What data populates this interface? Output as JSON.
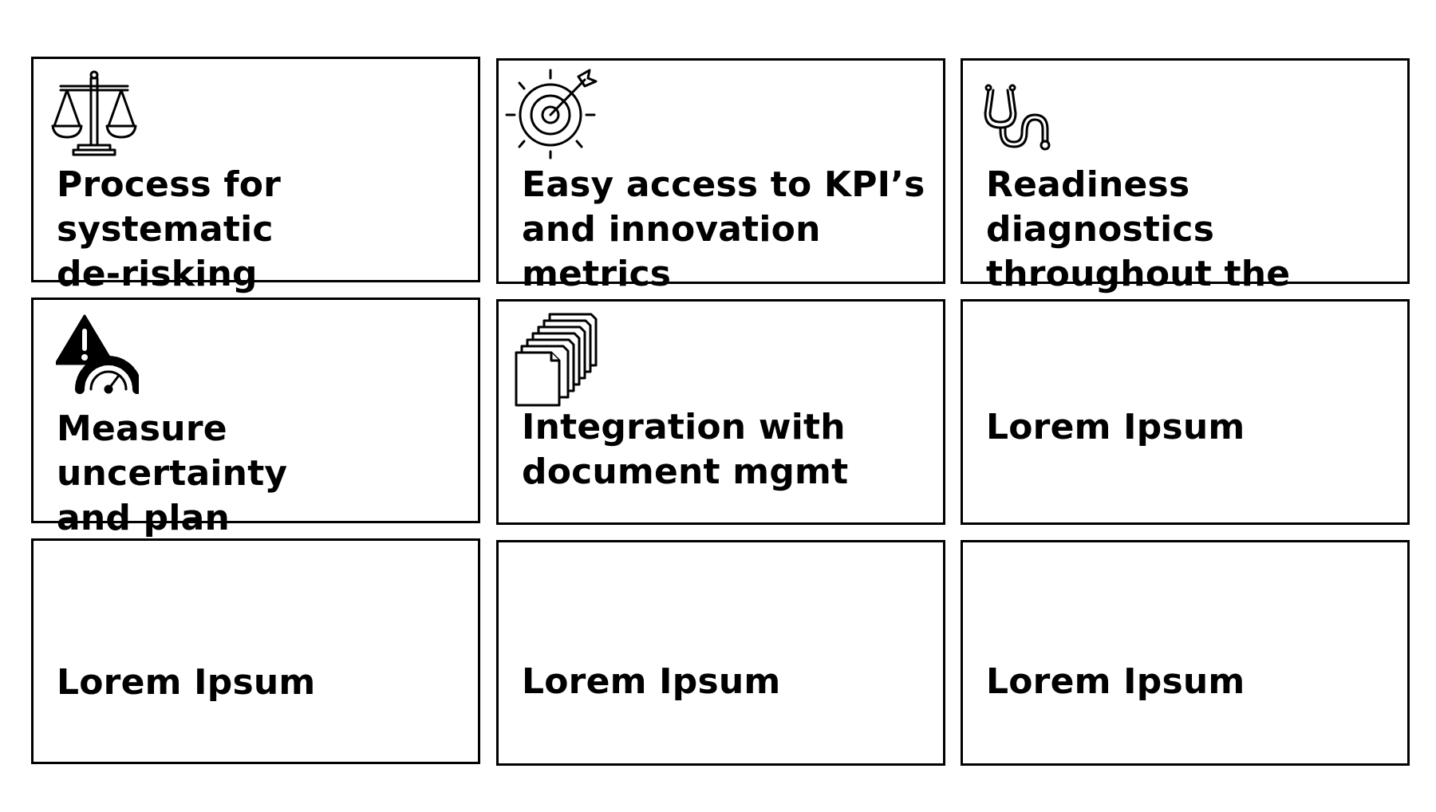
{
  "cards": [
    {
      "id": "systematic-derisking",
      "text": "Process for systematic\nde-risking",
      "icon": "balance-scale-icon"
    },
    {
      "id": "kpi-access",
      "text": "Easy access to KPI’s\nand innovation metrics",
      "icon": "target-arrow-icon"
    },
    {
      "id": "readiness-diagnostics",
      "text": "Readiness diagnostics\nthroughout the process",
      "icon": "stethoscope-icon"
    },
    {
      "id": "measure-uncertainty",
      "text": "Measure uncertainty\nand plan appropriately",
      "icon": "warning-gauge-icon"
    },
    {
      "id": "document-integration",
      "text": "Integration with\ndocument mgmt",
      "icon": "document-stack-icon"
    },
    {
      "id": "lorem-1",
      "text": "Lorem Ipsum",
      "icon": ""
    },
    {
      "id": "lorem-2",
      "text": "Lorem Ipsum",
      "icon": ""
    },
    {
      "id": "lorem-3",
      "text": "Lorem Ipsum",
      "icon": ""
    },
    {
      "id": "lorem-4",
      "text": "Lorem Ipsum",
      "icon": ""
    }
  ],
  "colors": {
    "border": "#000000",
    "text": "#000000",
    "background": "#ffffff"
  }
}
